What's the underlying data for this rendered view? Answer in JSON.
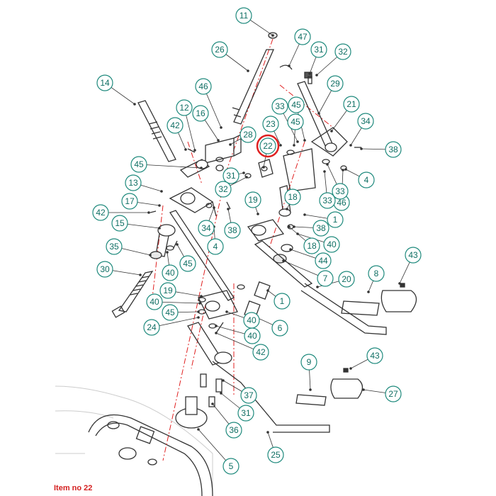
{
  "diagram": {
    "caption": "Item no 22",
    "highlighted_item": "22",
    "colors": {
      "bubble": "#1f8a7d",
      "bubble_text": "#0f6e63",
      "line": "#333333",
      "highlight": "#e02020",
      "accent_red": "#d42020"
    },
    "labels": [
      "11",
      "26",
      "47",
      "31",
      "32",
      "14",
      "46",
      "12",
      "16",
      "29",
      "33",
      "21",
      "28",
      "23",
      "22",
      "45",
      "34",
      "38",
      "42",
      "4",
      "46",
      "45",
      "33",
      "45",
      "33",
      "31",
      "32",
      "13",
      "17",
      "19",
      "18",
      "42",
      "34",
      "38",
      "4",
      "1",
      "40",
      "38",
      "15",
      "40",
      "44",
      "18",
      "35",
      "45",
      "40",
      "7",
      "20",
      "8",
      "43",
      "30",
      "19",
      "1",
      "40",
      "45",
      "24",
      "6",
      "40",
      "42",
      "43",
      "9",
      "37",
      "27",
      "31",
      "36",
      "25",
      "5"
    ]
  }
}
